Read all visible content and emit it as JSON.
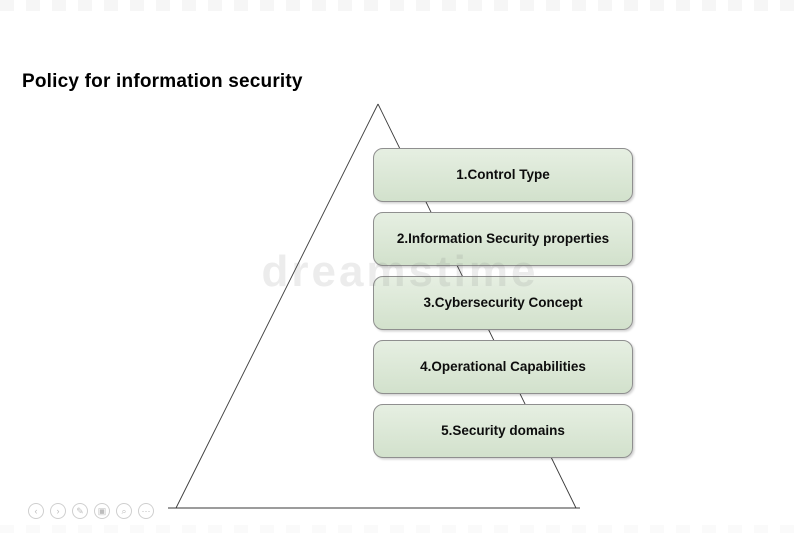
{
  "title": "Policy for information security",
  "diagram": {
    "boxes": [
      {
        "label": "1.Control Type"
      },
      {
        "label": "2.Information Security properties"
      },
      {
        "label": "3.Cybersecurity Concept"
      },
      {
        "label": "4.Operational Capabilities"
      },
      {
        "label": "5.Security domains"
      }
    ]
  },
  "watermark": {
    "text": "dreamstime"
  },
  "viewer_controls": [
    {
      "name": "previous",
      "glyph": "‹"
    },
    {
      "name": "next",
      "glyph": "›"
    },
    {
      "name": "edit",
      "glyph": "✎"
    },
    {
      "name": "crop",
      "glyph": "▣"
    },
    {
      "name": "zoom",
      "glyph": "⌕"
    },
    {
      "name": "more",
      "glyph": "⋯"
    }
  ],
  "colors": {
    "box_fill": "#d9e6d4",
    "box_border": "#8f8f8f",
    "outline": "#3a3a3a"
  }
}
